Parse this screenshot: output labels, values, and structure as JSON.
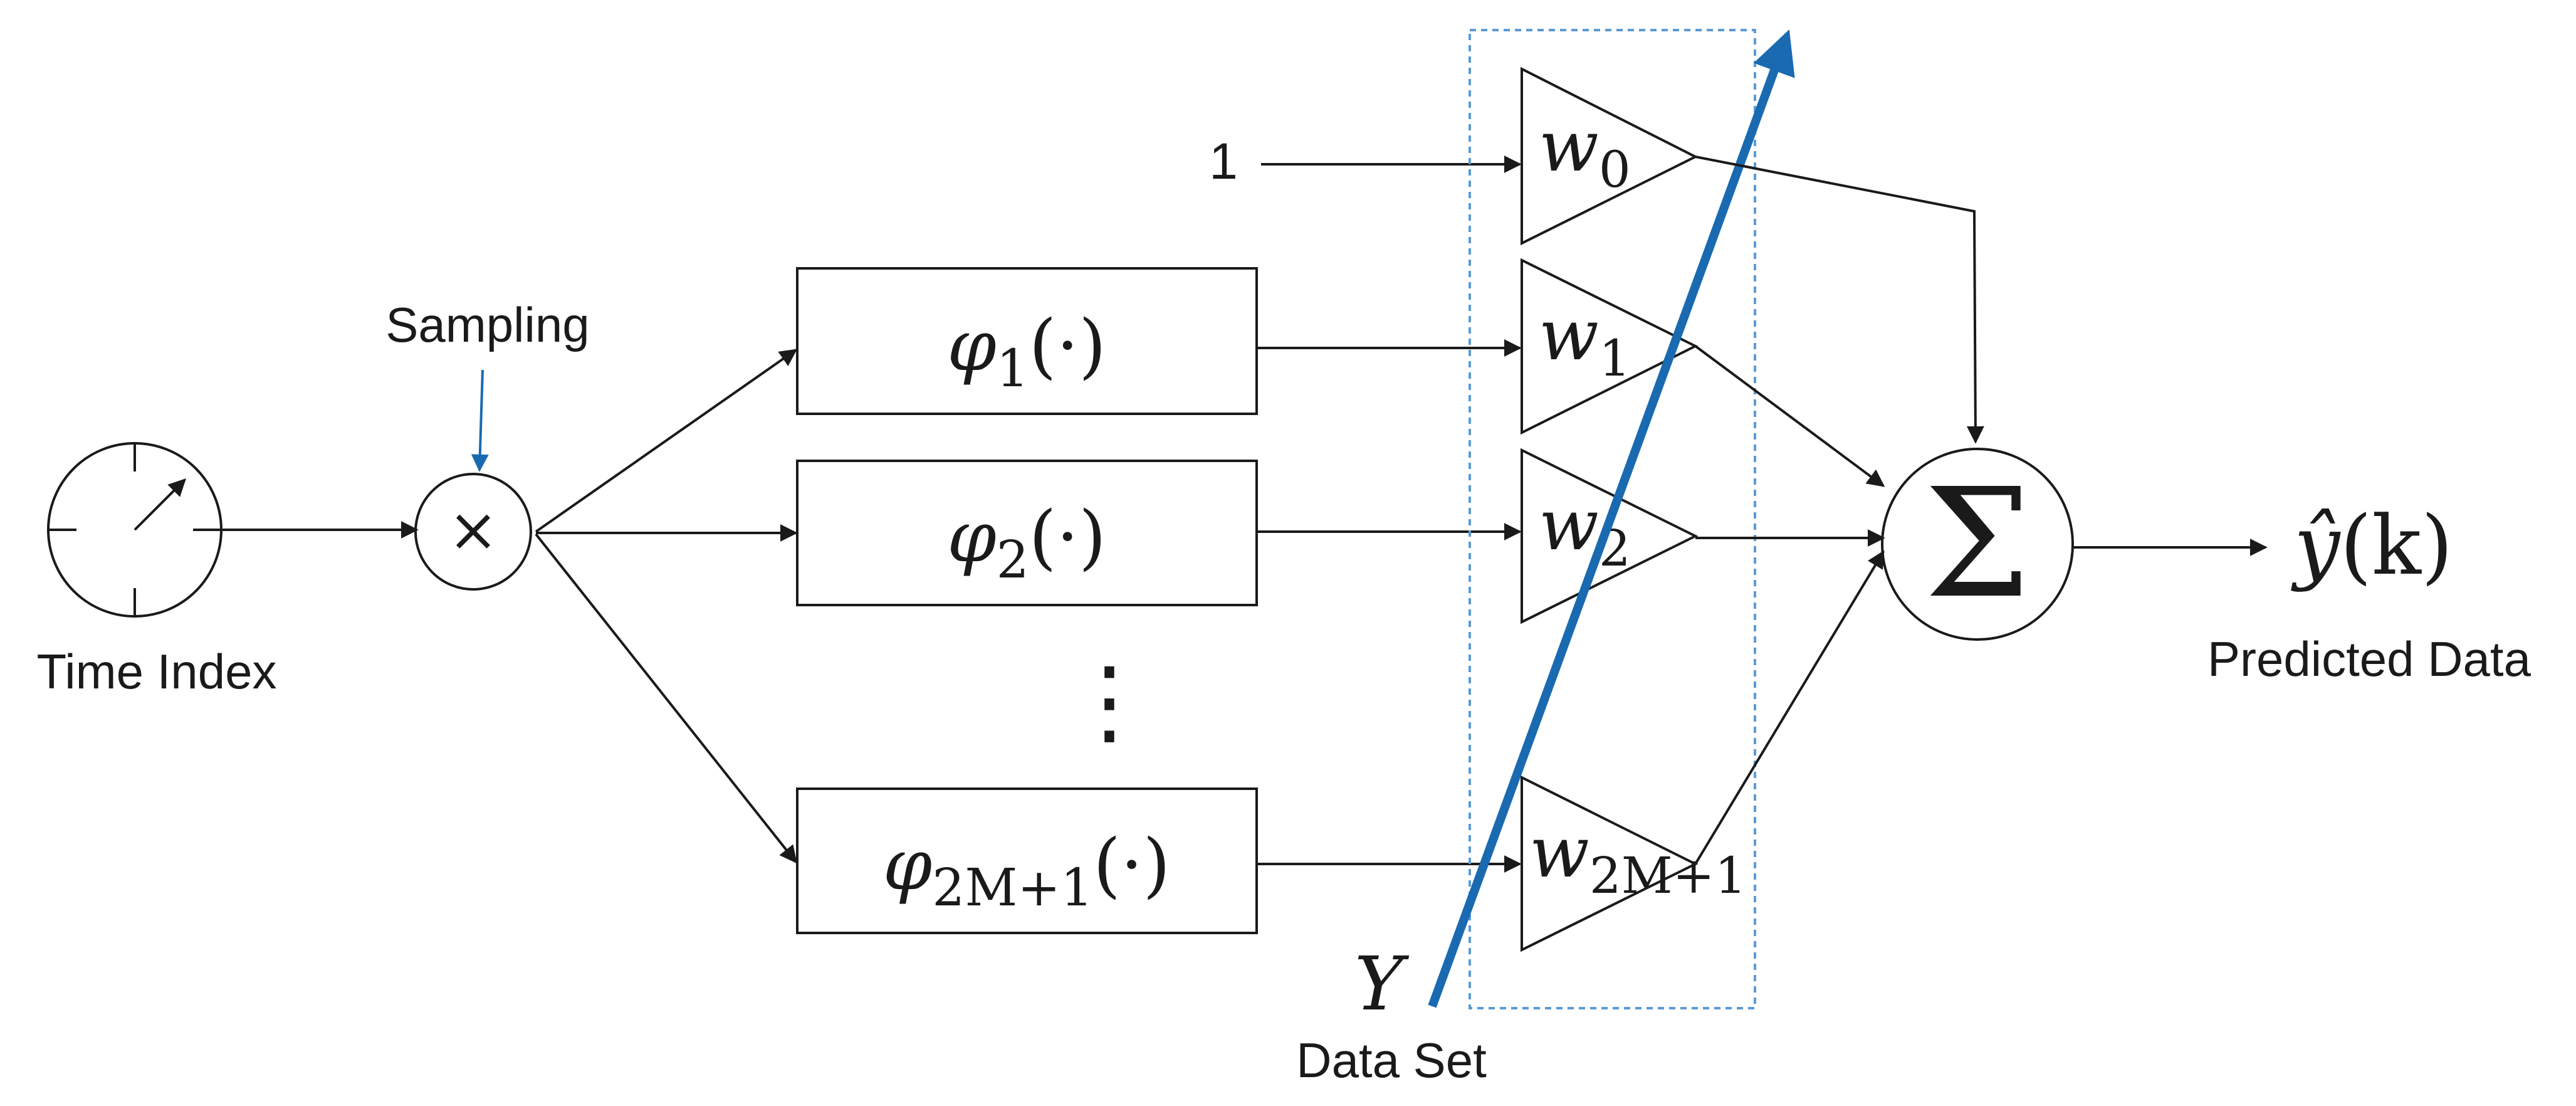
{
  "labels": {
    "time_index": "Time Index",
    "sampling": "Sampling",
    "data_set": "Data Set",
    "predicted_data": "Predicted Data",
    "constant_input": "1",
    "data_symbol": "Y"
  },
  "basis_functions": [
    {
      "symbol": "φ",
      "subscript": "1",
      "arg": "(·)"
    },
    {
      "symbol": "φ",
      "subscript": "2",
      "arg": "(·)"
    },
    {
      "symbol": "φ",
      "subscript": "2M+1",
      "arg": "(·)"
    }
  ],
  "ellipsis": "⋮",
  "weights": [
    {
      "symbol": "w",
      "subscript": "0"
    },
    {
      "symbol": "w",
      "subscript": "1"
    },
    {
      "symbol": "w",
      "subscript": "2"
    },
    {
      "symbol": "w",
      "subscript": "2M+1"
    }
  ],
  "multiplier_symbol": "×",
  "summation_symbol": "Σ",
  "output": {
    "symbol": "ŷ",
    "arg": "(k)"
  },
  "colors": {
    "line": "#1a1a1a",
    "accent_blue": "#1a6ab1",
    "dashed_box": "#5b9bd5"
  }
}
